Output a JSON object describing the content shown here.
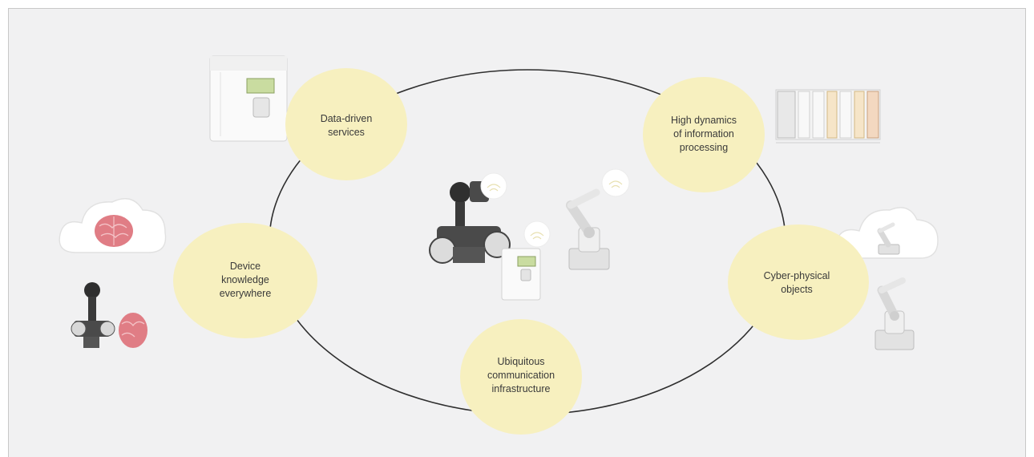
{
  "diagram": {
    "nodes": [
      {
        "id": "data-driven-services",
        "label": "Data-driven\nservices"
      },
      {
        "id": "high-dynamics",
        "label": "High dynamics\nof information\nprocessing"
      },
      {
        "id": "device-knowledge",
        "label": "Device\nknowledge\neverywhere"
      },
      {
        "id": "cyber-physical",
        "label": "Cyber-physical\nobjects"
      },
      {
        "id": "ubiquitous-communication",
        "label": "Ubiquitous\ncommunication\ninfrastructure"
      }
    ],
    "colors": {
      "background": "#f1f1f2",
      "bubble": "#f7f0bf",
      "ring": "#2e2e2e",
      "brain": "#e07d85",
      "cloud": "#ffffff"
    }
  }
}
